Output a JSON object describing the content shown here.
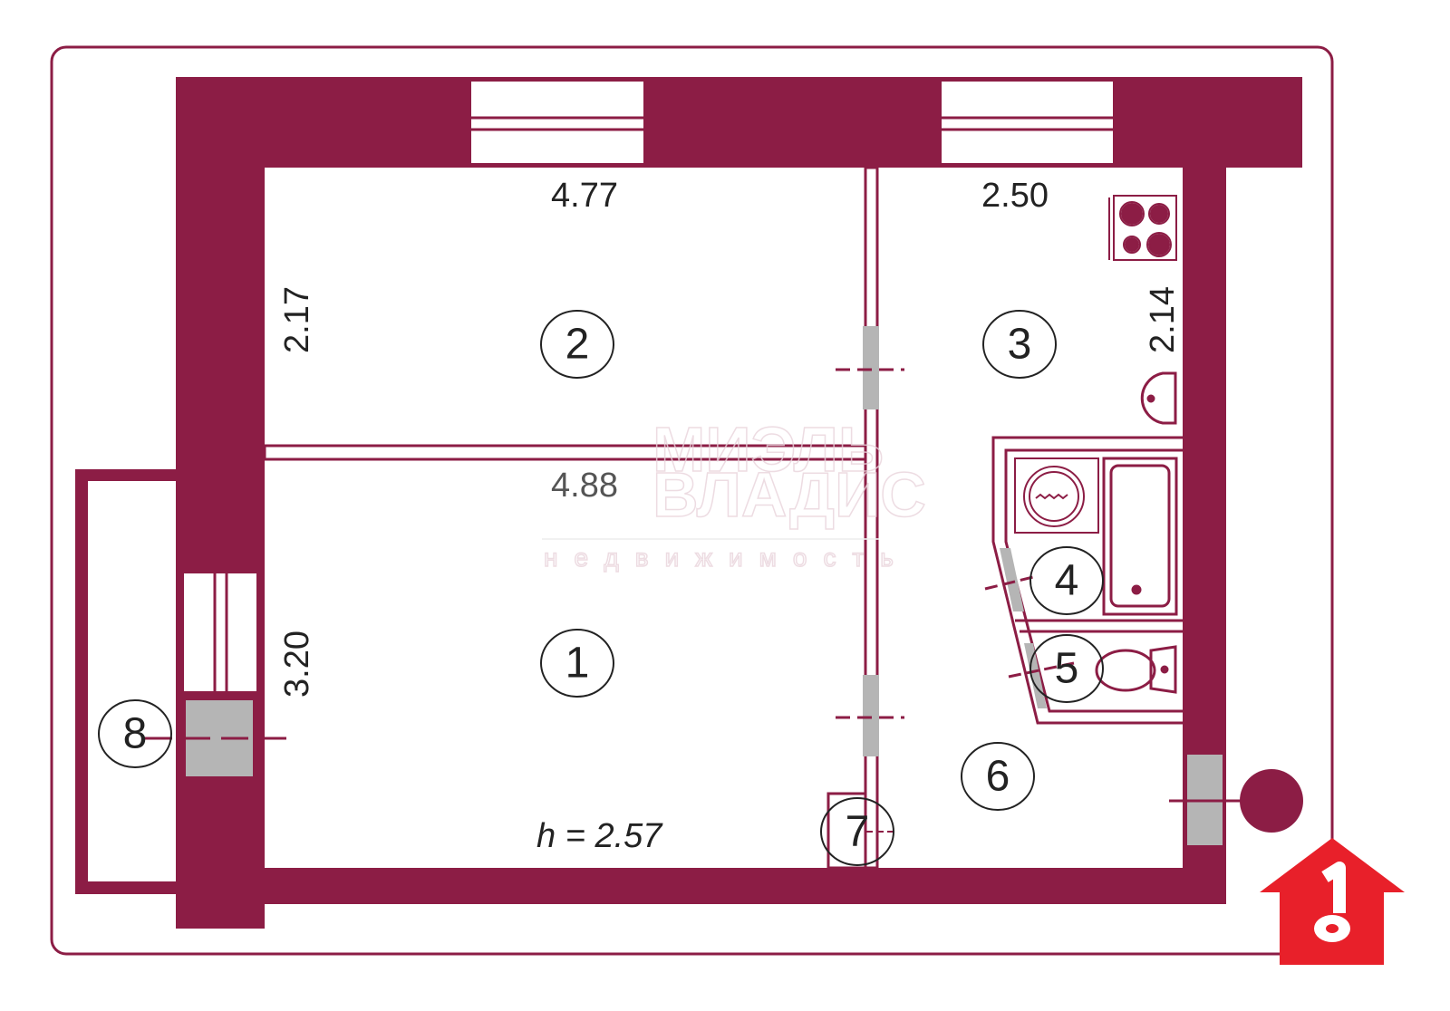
{
  "plan": {
    "dimensions": {
      "room2_width": "4.77",
      "room2_depth": "2.17",
      "room3_width": "2.50",
      "room3_depth": "2.14",
      "room1_width": "4.88",
      "room1_depth": "3.20",
      "ceiling_height": "h = 2.57"
    },
    "rooms": [
      "1",
      "2",
      "3",
      "4",
      "5",
      "6",
      "7",
      "8"
    ]
  },
  "watermark": {
    "line1": "МИЭЛЬ",
    "line2": "ВЛАДИС",
    "line3": "недвижимость"
  },
  "colors": {
    "wall": "#8c1d45",
    "door": "#b5b5b5",
    "logo": "#e8202a"
  }
}
